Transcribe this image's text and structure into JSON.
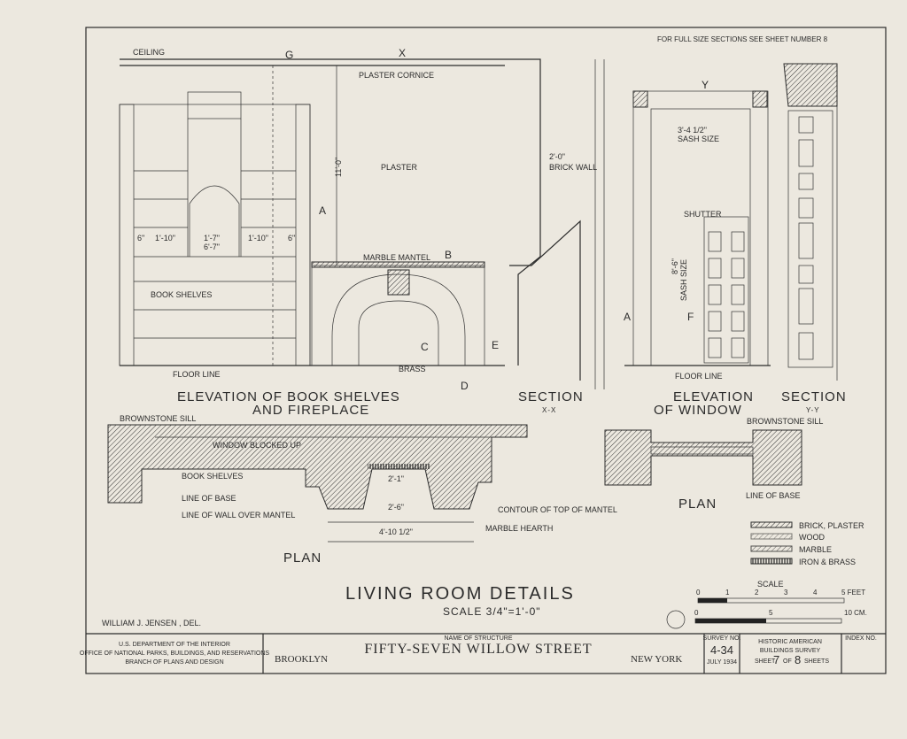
{
  "note_top": "FOR FULL SIZE SECTIONS SEE SHEET NUMBER 8",
  "elevation": {
    "ceiling": "CEILING",
    "plaster_cornice": "PLASTER CORNICE",
    "plaster": "PLASTER",
    "brick_wall": "BRICK WALL",
    "brick_wall_dim": "2'-0\"",
    "marble_mantel": "MARBLE MANTEL",
    "book_shelves": "BOOK SHELVES",
    "floor_line": "FLOOR LINE",
    "brass": "BRASS",
    "height_dim": "11'-0\"",
    "shelf_dims": [
      "6\"",
      "1'-10\"",
      "1'-7\"",
      "1'-10\"",
      "6\""
    ],
    "width_dim": "6'-7\"",
    "section_marks": [
      "G",
      "X",
      "A",
      "B",
      "C",
      "D",
      "E"
    ]
  },
  "window": {
    "sash_width": "3'-4 1/2\"",
    "sash_size": "SASH SIZE",
    "shutter": "SHUTTER",
    "sash_height": "8'-6\"",
    "floor_line": "FLOOR LINE",
    "section_marks": [
      "Y",
      "A",
      "F"
    ]
  },
  "captions": {
    "elev_book": "ELEVATION OF BOOK SHELVES",
    "elev_book2": "AND FIREPLACE",
    "section_xx": "SECTION",
    "section_xx_sub": "X-X",
    "elev_window": "ELEVATION",
    "elev_window2": "OF WINDOW",
    "section_yy": "SECTION",
    "section_yy_sub": "Y-Y",
    "plan_left": "PLAN",
    "plan_right": "PLAN"
  },
  "plan": {
    "brownstone_sill": "BROWNSTONE SILL",
    "window_blocked": "WINDOW BLOCKED UP",
    "book_shelves": "BOOK SHELVES",
    "line_of_base": "LINE OF BASE",
    "line_of_wall": "LINE OF WALL OVER MANTEL",
    "contour": "CONTOUR OF TOP OF MANTEL",
    "marble_hearth": "MARBLE HEARTH",
    "dims": [
      "2'-1\"",
      "2'-6\"",
      "4'-10 1/2\""
    ],
    "right_sill": "BROWNSTONE SILL",
    "right_base": "LINE OF BASE"
  },
  "legend": [
    {
      "label": "BRICK, PLASTER"
    },
    {
      "label": "WOOD"
    },
    {
      "label": "MARBLE"
    },
    {
      "label": "IRON & BRASS"
    }
  ],
  "scale_bar": {
    "title": "SCALE",
    "feet_ticks": [
      "0",
      "1",
      "2",
      "3",
      "4",
      "5 FEET"
    ],
    "cm_ticks": [
      "0",
      "5",
      "10 CM."
    ]
  },
  "sheet_title": "LIVING ROOM DETAILS",
  "sheet_scale": "SCALE 3/4\"=1'-0\"",
  "delineator": "WILLIAM J. JENSEN , DEL.",
  "title_block": {
    "agency1": "U.S. DEPARTMENT OF THE INTERIOR",
    "agency2": "OFFICE OF NATIONAL PARKS, BUILDINGS, AND RESERVATIONS",
    "agency3": "BRANCH OF PLANS AND DESIGN",
    "name_label": "NAME OF STRUCTURE",
    "structure": "FIFTY-SEVEN WILLOW STREET",
    "city": "BROOKLYN",
    "state": "NEW YORK",
    "survey_label": "SURVEY NO.",
    "survey_no": "4-34",
    "date": "JULY 1934",
    "habs1": "HISTORIC AMERICAN",
    "habs2": "BUILDINGS SURVEY",
    "sheet_label": "SHEET",
    "sheet_no": "7",
    "of_label": "OF",
    "sheet_total": "8",
    "sheets_label": "SHEETS",
    "index_label": "INDEX NO."
  }
}
